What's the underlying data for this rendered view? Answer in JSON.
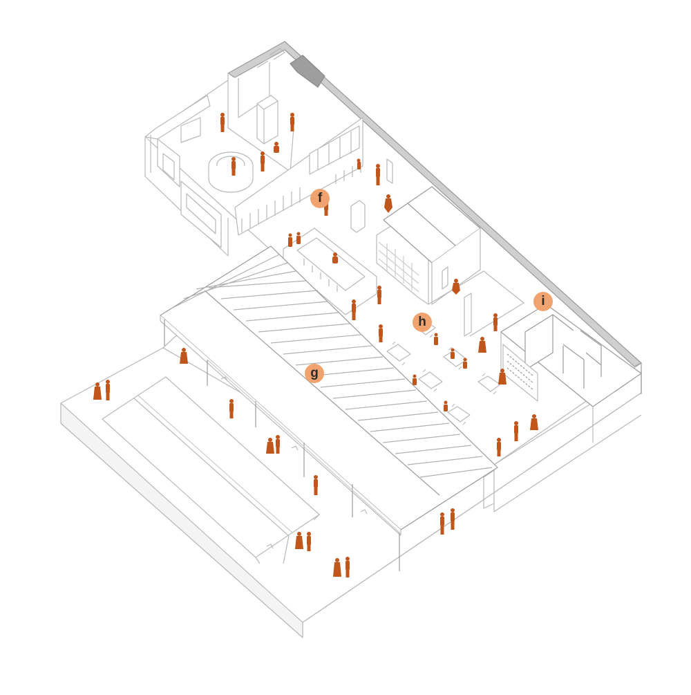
{
  "colors": {
    "background": "#ffffff",
    "line": "#b8b8b8",
    "line_dark": "#9a9a9a",
    "wall_top": "#cfcfcf",
    "floor": "#ffffff",
    "people": "#c0561b",
    "marker_fill": "#f0a36f",
    "marker_text": "#2b2b2b"
  },
  "markers": [
    {
      "id": "f",
      "label": "f"
    },
    {
      "id": "g",
      "label": "g"
    },
    {
      "id": "h",
      "label": "h"
    },
    {
      "id": "i",
      "label": "i"
    }
  ]
}
